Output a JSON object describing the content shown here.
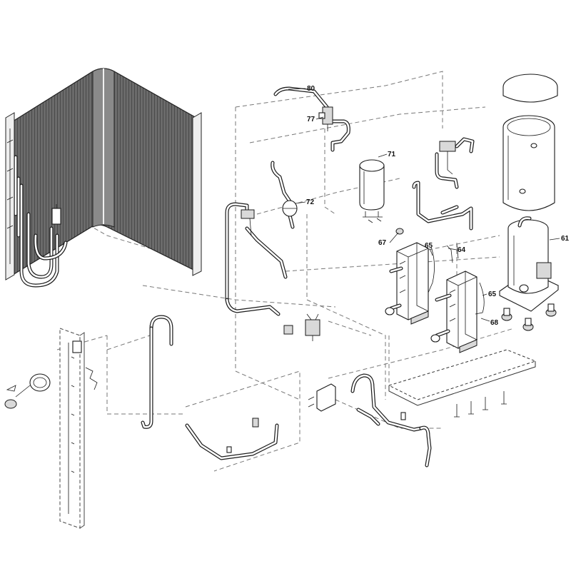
{
  "callouts": {
    "c80": "80",
    "c77": "77",
    "c71": "71",
    "c72": "72",
    "c67": "67",
    "c65a": "65",
    "c64": "64",
    "c61": "61",
    "c65b": "65",
    "c68": "68"
  }
}
